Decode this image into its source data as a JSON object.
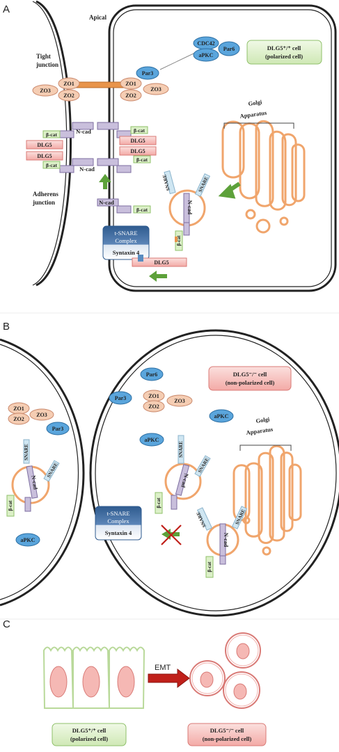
{
  "panels": {
    "a": {
      "letter": "A",
      "apical": "Apical",
      "tight_junction": [
        "Tight",
        "junction"
      ],
      "adherens_junction": [
        "Adherens",
        "junction"
      ],
      "zo1": "ZO1",
      "zo2": "ZO2",
      "zo3": "ZO3",
      "par3": "Par3",
      "par6": "Par6",
      "cdc42": "CDC42",
      "apkc": "aPKC",
      "cell_status": [
        "DLG5⁺/⁺ cell",
        "(polarized cell)"
      ],
      "golgi": [
        "Golgi",
        "Apparatus"
      ],
      "ncad": "N-cad",
      "bcat": "β-cat",
      "dlg5": "DLG5",
      "snare": "SNARE",
      "tsnare": [
        "t-SNARE",
        "Complex"
      ],
      "syntaxin": "Syntaxin 4"
    },
    "b": {
      "letter": "B",
      "cell_status": [
        "DLG5⁻/⁻ cell",
        "(non-polarized cell)"
      ],
      "par6": "Par6",
      "par3": "Par3",
      "apkc": "aPKC",
      "zo1": "ZO1",
      "zo2": "ZO2",
      "zo3": "ZO3",
      "golgi": [
        "Golgi",
        "Apparatus"
      ],
      "ncad": "N-cad",
      "bcat": "β-cat",
      "snare": "SNARE",
      "tsnare": [
        "t-SNARE",
        "Complex"
      ],
      "syntaxin": "Syntaxin 4"
    },
    "c": {
      "letter": "C",
      "emt": "EMT",
      "left_caption": [
        "DLG5⁺/⁺ cell",
        "(polarized cell)"
      ],
      "right_caption": [
        "DLG5⁻/⁻ cell",
        "(non-polarized cell)"
      ]
    }
  },
  "colors": {
    "zo": "#f5cdb3",
    "zo_stroke": "#c9876a",
    "blue": "#5aa5dc",
    "blue_stroke": "#2d6fa3",
    "green_box": "#dcf0c8",
    "green_stroke": "#8fc06a",
    "pink_box": "#f6c3c0",
    "pink_stroke": "#d97a76",
    "golgi": "#f0a56c",
    "ncad": "#c9bfdc",
    "ncad_stroke": "#7d6ea0",
    "arrow_green": "#5da13a",
    "arrow_red": "#c0201a",
    "tsnare_top": "#2f5b8f",
    "tsnare_bottom": "#dde6f2"
  }
}
